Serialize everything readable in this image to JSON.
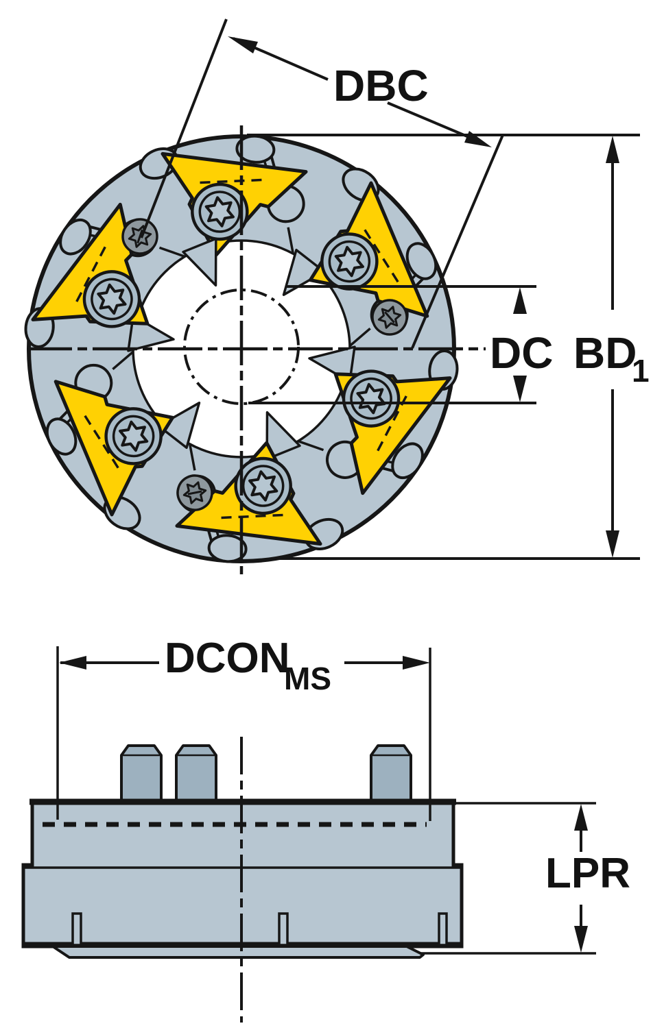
{
  "drawing": {
    "description": "Technical dimensional drawing of an indexable milling cutter head: top view of cutter face and side view of cutter body",
    "dimension_labels": {
      "dbc": {
        "text": "DBC"
      },
      "dc": {
        "text": "DC"
      },
      "bd1": {
        "text": "BD",
        "subscript": "1"
      },
      "dcon": {
        "text": "DCON",
        "subscript": "MS"
      },
      "lpr": {
        "text": "LPR"
      }
    },
    "top_view": {
      "inserts_count": 6,
      "insert_screws_count": 6,
      "wedge_screws_count": 3
    },
    "side_view": {
      "drive_studs_count": 3,
      "bottom_slots_count": 3
    },
    "colors": {
      "body": "#b7c6d1",
      "insert_yellow": "#ffd103",
      "screw_boss": "#a9bcc8",
      "screw_star": "#b6c6d1",
      "stud": "#9db1bf",
      "wedge_screw": "#8e989e",
      "wedge_screw_star": "#7e898f",
      "line": "#161616",
      "pocket_white": "#ffffff"
    }
  }
}
